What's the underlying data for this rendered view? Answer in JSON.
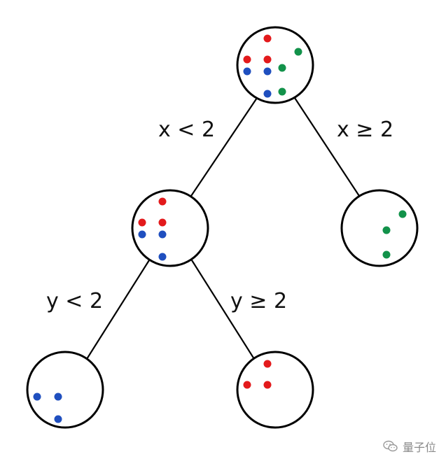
{
  "colors": {
    "red": "#e31a1c",
    "blue": "#1f4fbf",
    "green": "#12924a",
    "stroke": "#000000"
  },
  "tree": {
    "root": {
      "points": [
        "red",
        "red",
        "red",
        "green",
        "blue",
        "blue",
        "green",
        "blue",
        "green"
      ]
    },
    "left": {
      "points": [
        "red",
        "red",
        "red",
        "blue",
        "blue",
        "blue"
      ]
    },
    "right": {
      "points": [
        "green",
        "green",
        "green"
      ]
    },
    "left_left": {
      "points": [
        "blue",
        "blue",
        "blue"
      ]
    },
    "left_right": {
      "points": [
        "red",
        "red",
        "red"
      ]
    }
  },
  "edges": {
    "root_left": "x < 2",
    "root_right": "x ≥ 2",
    "left_left": "y < 2",
    "left_right": "y ≥ 2"
  },
  "watermark": {
    "icon": "wechat-icon",
    "text": "量子位"
  }
}
